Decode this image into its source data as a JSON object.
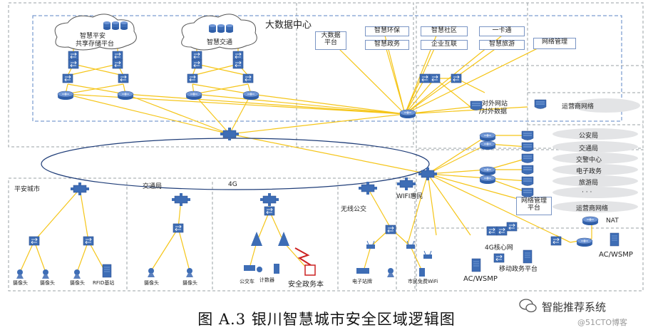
{
  "regions": {
    "big_data_center": "大数据中心",
    "ping_an_city": "平安城市",
    "traffic_bureau": "交通局",
    "four_g": "4G",
    "wireless_transit": "无线公交",
    "wifi_public": "WIFI惠民"
  },
  "clouds": {
    "storage": [
      "智慧平安",
      "共享存储平台"
    ],
    "traffic": "智慧交通"
  },
  "platform_boxes": {
    "big_data_platform": [
      "大数据",
      "平台"
    ],
    "smart_env": "智慧环保",
    "smart_gov": "智慧政务",
    "smart_community": "智慧社区",
    "one_card": "一卡通",
    "enterprise": "企业互联",
    "smart_tourism": "智慧旅游",
    "net_mgmt_top": "网络管理"
  },
  "labels": {
    "external_data": [
      "对外网站",
      "/对外数据"
    ],
    "carrier_net_top": "运营商网络",
    "carrier_net_bottom": "运营商网络",
    "nat": "NAT",
    "net_mgmt_platform": [
      "网络管理",
      "平台"
    ],
    "core_4g": "4G核心网",
    "mobile_gov_platform": "移动政务平台",
    "ac_wsmp_left": "AC/WSMP",
    "ac_wsmp_right": "AC/WSMP",
    "camera": "摄像头",
    "rfid_station": "RFID基站",
    "public_terminal": "公交车",
    "counter": "计数器",
    "secure_gov_book": "安全政务本",
    "e_stop": "电子站牌",
    "city_wifi": "市民免费WiFi"
  },
  "agencies": [
    "公安局",
    "交通局",
    "交警中心",
    "电子政务",
    "旅游局",
    "· · ·"
  ],
  "caption": "图 A.3 银川智慧城市安全区域逻辑图",
  "watermark": {
    "brand": "智能推荐系统",
    "site": "@51CTO博客"
  },
  "colors": {
    "link": "#f5c518",
    "device": "#3e6db5",
    "dashed_border": "#9aa0a6",
    "blue_dashed": "#5b84c4"
  }
}
